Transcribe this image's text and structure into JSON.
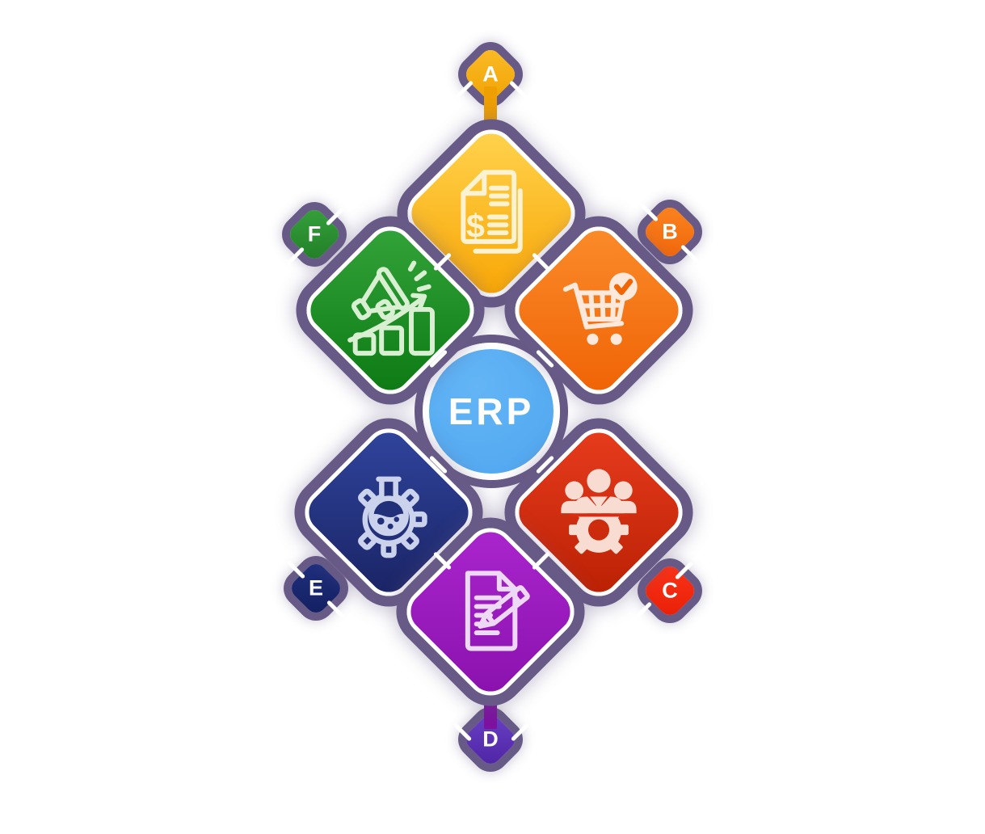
{
  "diagram": {
    "hub": {
      "label": "ERP",
      "color": "#55ABF1",
      "ring_color": "#FFFFFF"
    },
    "outline_color": "#675A86",
    "background_color": "#FFFFFF",
    "modules": [
      {
        "id": "billing-finance",
        "tag": "A",
        "position": "top",
        "icon": "invoice-document-icon",
        "color": "#F8A503",
        "color_light": "#FFD44F",
        "tag_color": "#F5AE12",
        "connector_color": "#EE9F02"
      },
      {
        "id": "procurement",
        "tag": "B",
        "position": "upper-right",
        "icon": "shopping-cart-check-icon",
        "color": "#EF6204",
        "color_light": "#FB8C2B",
        "tag_color": "#F97713",
        "connector_color": "#DC6007"
      },
      {
        "id": "human-resources",
        "tag": "C",
        "position": "lower-right",
        "icon": "team-gear-icon",
        "color": "#BA2003",
        "color_light": "#E83C1E",
        "tag_color": "#F52A10",
        "connector_color": "#A41F06"
      },
      {
        "id": "documents-contracts",
        "tag": "D",
        "position": "bottom",
        "icon": "document-pen-icon",
        "color": "#8A11AD",
        "color_light": "#AA26CE",
        "tag_color": "#5B2EAD",
        "connector_color": "#7D129F"
      },
      {
        "id": "research-production",
        "tag": "E",
        "position": "lower-left",
        "icon": "gear-flask-icon",
        "color": "#1A2363",
        "color_light": "#30459E",
        "tag_color": "#1A2973",
        "connector_color": "#131F5E"
      },
      {
        "id": "marketing-growth",
        "tag": "F",
        "position": "upper-left",
        "icon": "megaphone-growth-icon",
        "color": "#0C7913",
        "color_light": "#33A43A",
        "tag_color": "#2E9033",
        "connector_color": "#15761C"
      }
    ]
  }
}
